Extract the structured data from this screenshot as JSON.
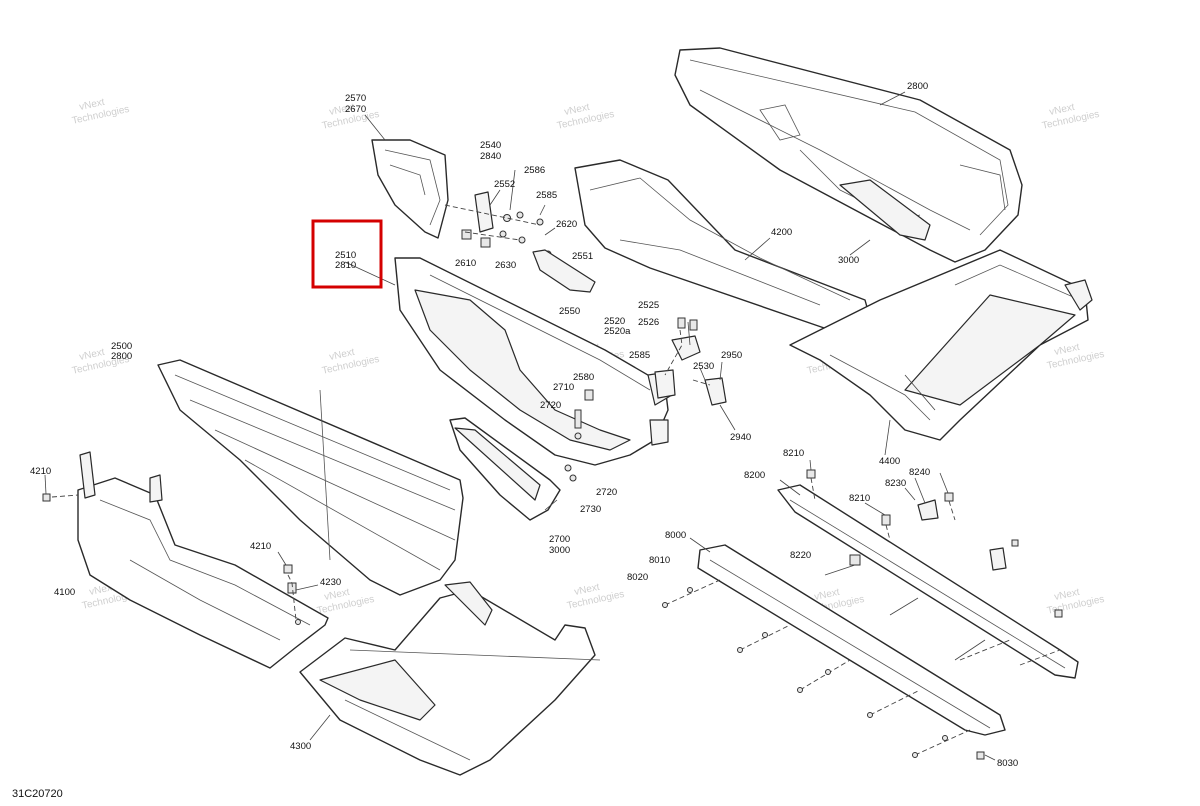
{
  "diagram_code": "31C20720",
  "watermark": {
    "line1": "vNext",
    "line2": "Technologies"
  },
  "highlight": {
    "line1": "2510",
    "line2": "2810"
  },
  "labels": {
    "l2570": "2570",
    "l2670": "2670",
    "l2540": "2540",
    "l2840": "2840",
    "l2586": "2586",
    "l2552": "2552",
    "l2585a": "2585",
    "l2620": "2620",
    "l2610": "2610",
    "l2630": "2630",
    "l2551": "2551",
    "l2550": "2550",
    "l2800": "2800",
    "l4200": "4200",
    "l3000a": "3000",
    "l2525": "2525",
    "l2520": "2520",
    "l2520a": "2520a",
    "l2526": "2526",
    "l2585b": "2585",
    "l2530": "2530",
    "l2950": "2950",
    "l2580": "2580",
    "l2710": "2710",
    "l2720a": "2720",
    "l2940": "2940",
    "l2720b": "2720",
    "l2730": "2730",
    "l2700": "2700",
    "l3000b": "3000",
    "l2500": "2500",
    "l2800b": "2800",
    "l4210a": "4210",
    "l4100": "4100",
    "l4210b": "4210",
    "l4230": "4230",
    "l4300": "4300",
    "l4400": "4400",
    "l8210a": "8210",
    "l8240": "8240",
    "l8200": "8200",
    "l8230": "8230",
    "l8210b": "8210",
    "l8000": "8000",
    "l8220": "8220",
    "l8010": "8010",
    "l8020": "8020",
    "l8030": "8030"
  }
}
